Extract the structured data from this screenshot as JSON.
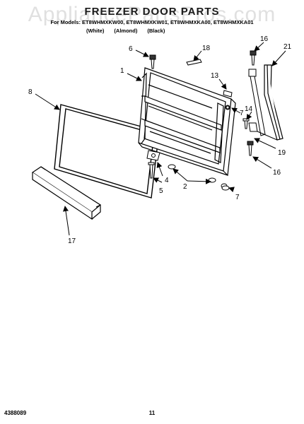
{
  "header": {
    "watermark": "AppliancePartsPros.com",
    "title": "FREEZER DOOR PARTS",
    "models": "For Models: ET8WHMXKW00, ET8WHMXKW01, ET8WHMXKA00, ET8WHMXKA01",
    "colors": [
      "(White)",
      "(Almond)",
      "(Black)"
    ]
  },
  "callouts": {
    "c1": "1",
    "c2": "2",
    "c4": "4",
    "c5": "5",
    "c6": "6",
    "c7a": "7",
    "c7b": "7",
    "c8": "8",
    "c13": "13",
    "c14": "14",
    "c16a": "16",
    "c16b": "16",
    "c17": "17",
    "c18": "18",
    "c19": "19",
    "c21": "21"
  },
  "footer": {
    "doc_number": "4388089",
    "page_number": "11"
  }
}
